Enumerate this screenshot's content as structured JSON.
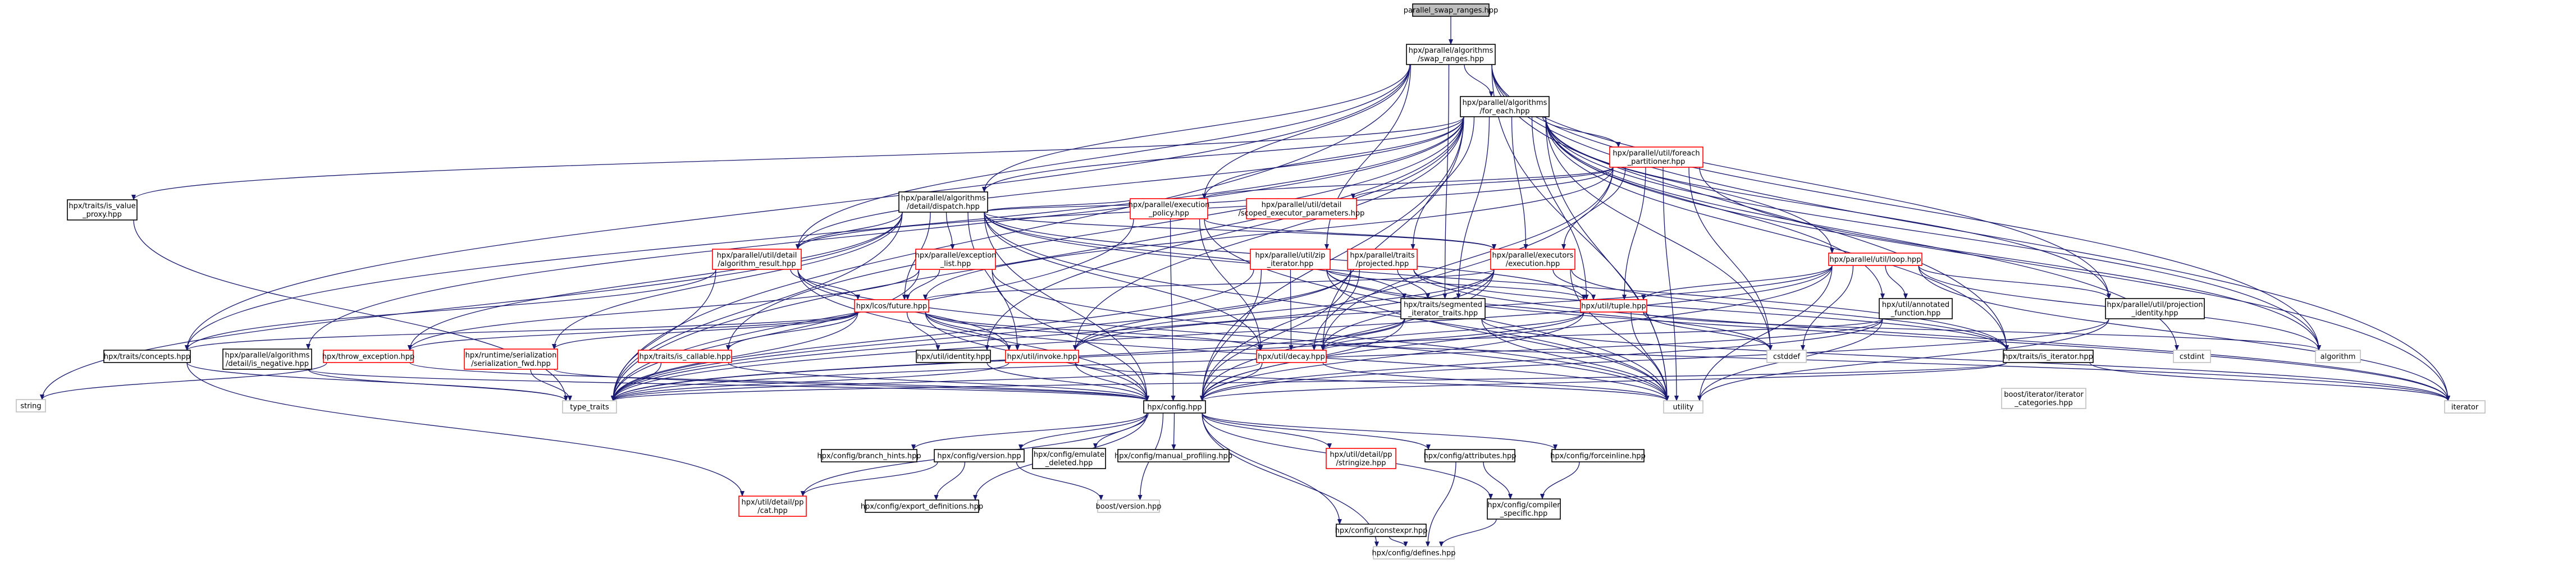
{
  "colors": {
    "background": "#ffffff",
    "edge": "#191970",
    "edge_gray": "#d3d3d3",
    "normal_border": "#000000",
    "normal_fill": "#ffffff",
    "root_fill": "#bfbfbf",
    "red_border": "#ff0000",
    "gray_border": "#bfbfbf",
    "text": "#000000"
  },
  "nodes": [
    {
      "id": "parallel_swap_ranges",
      "lines": [
        "parallel_swap_ranges.hpp"
      ],
      "style": "root"
    },
    {
      "id": "swap_ranges",
      "lines": [
        "hpx/parallel/algorithms",
        "/swap_ranges.hpp"
      ],
      "style": "normal"
    },
    {
      "id": "for_each",
      "lines": [
        "hpx/parallel/algorithms",
        "/for_each.hpp"
      ],
      "style": "normal"
    },
    {
      "id": "is_value_proxy",
      "lines": [
        "hpx/traits/is_value",
        "_proxy.hpp"
      ],
      "style": "normal"
    },
    {
      "id": "dispatch",
      "lines": [
        "hpx/parallel/algorithms",
        "/detail/dispatch.hpp"
      ],
      "style": "normal"
    },
    {
      "id": "foreach_partitioner",
      "lines": [
        "hpx/parallel/util/foreach",
        "_partitioner.hpp"
      ],
      "style": "red"
    },
    {
      "id": "execution_policy",
      "lines": [
        "hpx/parallel/execution",
        "_policy.hpp"
      ],
      "style": "red"
    },
    {
      "id": "scoped_executor_parameters",
      "lines": [
        "hpx/parallel/util/detail",
        "/scoped_executor_parameters.hpp"
      ],
      "style": "red"
    },
    {
      "id": "algorithm_result",
      "lines": [
        "hpx/parallel/util/detail",
        "/algorithm_result.hpp"
      ],
      "style": "red"
    },
    {
      "id": "exception_list",
      "lines": [
        "hpx/parallel/exception",
        "_list.hpp"
      ],
      "style": "red"
    },
    {
      "id": "zip_iterator",
      "lines": [
        "hpx/parallel/util/zip",
        "_iterator.hpp"
      ],
      "style": "red"
    },
    {
      "id": "projected",
      "lines": [
        "hpx/parallel/traits",
        "/projected.hpp"
      ],
      "style": "red"
    },
    {
      "id": "executors_execution",
      "lines": [
        "hpx/parallel/executors",
        "/execution.hpp"
      ],
      "style": "red"
    },
    {
      "id": "util_loop",
      "lines": [
        "hpx/parallel/util/loop.hpp"
      ],
      "style": "red"
    },
    {
      "id": "lcos_future",
      "lines": [
        "hpx/lcos/future.hpp"
      ],
      "style": "red"
    },
    {
      "id": "segmented_iterator_traits",
      "lines": [
        "hpx/traits/segmented",
        "_iterator_traits.hpp"
      ],
      "style": "normal"
    },
    {
      "id": "util_tuple",
      "lines": [
        "hpx/util/tuple.hpp"
      ],
      "style": "red"
    },
    {
      "id": "annotated_function",
      "lines": [
        "hpx/util/annotated",
        "_function.hpp"
      ],
      "style": "normal"
    },
    {
      "id": "projection_identity",
      "lines": [
        "hpx/parallel/util/projection",
        "_identity.hpp"
      ],
      "style": "normal"
    },
    {
      "id": "traits_concepts",
      "lines": [
        "hpx/traits/concepts.hpp"
      ],
      "style": "normal"
    },
    {
      "id": "is_negative",
      "lines": [
        "hpx/parallel/algorithms",
        "/detail/is_negative.hpp"
      ],
      "style": "normal"
    },
    {
      "id": "throw_exception",
      "lines": [
        "hpx/throw_exception.hpp"
      ],
      "style": "red"
    },
    {
      "id": "serialization_fwd",
      "lines": [
        "hpx/runtime/serialization",
        "/serialization_fwd.hpp"
      ],
      "style": "red"
    },
    {
      "id": "is_callable",
      "lines": [
        "hpx/traits/is_callable.hpp"
      ],
      "style": "red"
    },
    {
      "id": "util_identity",
      "lines": [
        "hpx/util/identity.hpp"
      ],
      "style": "normal"
    },
    {
      "id": "util_invoke",
      "lines": [
        "hpx/util/invoke.hpp"
      ],
      "style": "red"
    },
    {
      "id": "util_decay",
      "lines": [
        "hpx/util/decay.hpp"
      ],
      "style": "red"
    },
    {
      "id": "is_iterator",
      "lines": [
        "hpx/traits/is_iterator.hpp"
      ],
      "style": "normal"
    },
    {
      "id": "iterator_categories",
      "lines": [
        "boost/iterator/iterator",
        "_categories.hpp"
      ],
      "style": "gray"
    },
    {
      "id": "config",
      "lines": [
        "hpx/config.hpp"
      ],
      "style": "normal"
    },
    {
      "id": "string",
      "lines": [
        "string"
      ],
      "style": "gray"
    },
    {
      "id": "type_traits",
      "lines": [
        "type_traits"
      ],
      "style": "gray"
    },
    {
      "id": "utility",
      "lines": [
        "utility"
      ],
      "style": "gray"
    },
    {
      "id": "iterator",
      "lines": [
        "iterator"
      ],
      "style": "gray"
    },
    {
      "id": "algorithm",
      "lines": [
        "algorithm"
      ],
      "style": "gray"
    },
    {
      "id": "cstddef",
      "lines": [
        "cstddef"
      ],
      "style": "gray"
    },
    {
      "id": "cstdint",
      "lines": [
        "cstdint"
      ],
      "style": "gray"
    },
    {
      "id": "branch_hints",
      "lines": [
        "hpx/config/branch_hints.hpp"
      ],
      "style": "normal"
    },
    {
      "id": "config_version",
      "lines": [
        "hpx/config/version.hpp"
      ],
      "style": "normal"
    },
    {
      "id": "emulate_deleted",
      "lines": [
        "hpx/config/emulate",
        "_deleted.hpp"
      ],
      "style": "normal"
    },
    {
      "id": "manual_profiling",
      "lines": [
        "hpx/config/manual_profiling.hpp"
      ],
      "style": "normal"
    },
    {
      "id": "stringize",
      "lines": [
        "hpx/util/detail/pp",
        "/stringize.hpp"
      ],
      "style": "red"
    },
    {
      "id": "attributes",
      "lines": [
        "hpx/config/attributes.hpp"
      ],
      "style": "normal"
    },
    {
      "id": "forceinline",
      "lines": [
        "hpx/config/forceinline.hpp"
      ],
      "style": "normal"
    },
    {
      "id": "pp_cat",
      "lines": [
        "hpx/util/detail/pp",
        "/cat.hpp"
      ],
      "style": "red"
    },
    {
      "id": "export_definitions",
      "lines": [
        "hpx/config/export_definitions.hpp"
      ],
      "style": "normal"
    },
    {
      "id": "boost_version",
      "lines": [
        "boost/version.hpp"
      ],
      "style": "gray"
    },
    {
      "id": "compiler_specific",
      "lines": [
        "hpx/config/compiler",
        "_specific.hpp"
      ],
      "style": "normal"
    },
    {
      "id": "constexpr",
      "lines": [
        "hpx/config/constexpr.hpp"
      ],
      "style": "normal"
    },
    {
      "id": "defines",
      "lines": [
        "hpx/config/defines.hpp"
      ],
      "style": "gray"
    }
  ]
}
